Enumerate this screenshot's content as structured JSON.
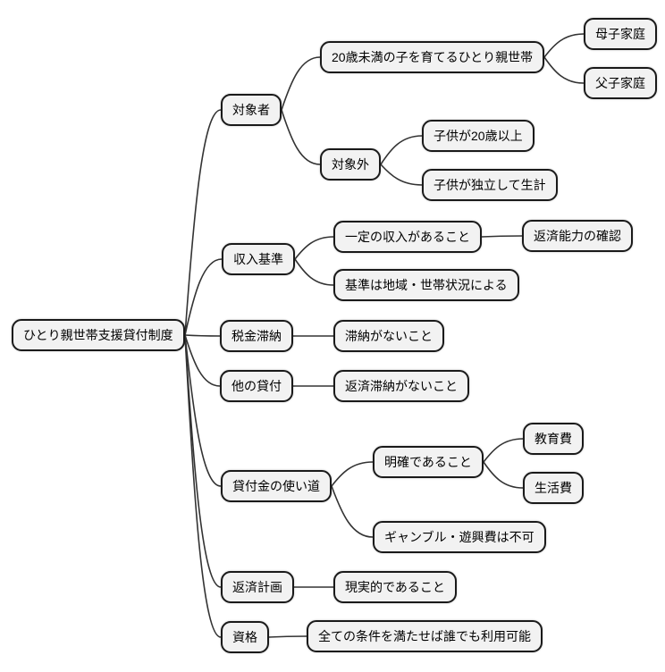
{
  "diagram": {
    "type": "mindmap",
    "title": "ひとり親世帯支援貸付制度",
    "style": {
      "background": "#ffffff",
      "node_fill": "#f2f2f2",
      "node_border": "#1a1a1a",
      "edge_color": "#333333",
      "text_color": "#000000"
    },
    "nodes": [
      {
        "id": "root",
        "parent": null,
        "label": "ひとり親世帯支援貸付制度"
      },
      {
        "id": "taishosha",
        "parent": "root",
        "label": "対象者"
      },
      {
        "id": "hitorioya",
        "parent": "taishosha",
        "label": "20歳未満の子を育てるひとり親世帯"
      },
      {
        "id": "boshi",
        "parent": "hitorioya",
        "label": "母子家庭"
      },
      {
        "id": "fushi",
        "parent": "hitorioya",
        "label": "父子家庭"
      },
      {
        "id": "taishogai",
        "parent": "taishosha",
        "label": "対象外"
      },
      {
        "id": "kodomo20",
        "parent": "taishogai",
        "label": "子供が20歳以上"
      },
      {
        "id": "dokuritsu",
        "parent": "taishogai",
        "label": "子供が独立して生計"
      },
      {
        "id": "shunyu-kijun",
        "parent": "root",
        "label": "収入基準"
      },
      {
        "id": "ittei-shunyu",
        "parent": "shunyu-kijun",
        "label": "一定の収入があること"
      },
      {
        "id": "hensai-kakunin",
        "parent": "ittei-shunyu",
        "label": "返済能力の確認"
      },
      {
        "id": "kijun-chiiki",
        "parent": "shunyu-kijun",
        "label": "基準は地域・世帯状況による"
      },
      {
        "id": "zeikin-tainou",
        "parent": "root",
        "label": "税金滞納"
      },
      {
        "id": "tainou-nai",
        "parent": "zeikin-tainou",
        "label": "滞納がないこと"
      },
      {
        "id": "hoka-kashitsuke",
        "parent": "root",
        "label": "他の貸付"
      },
      {
        "id": "hensai-tainou-nai",
        "parent": "hoka-kashitsuke",
        "label": "返済滞納がないこと"
      },
      {
        "id": "tsukaimichi",
        "parent": "root",
        "label": "貸付金の使い道"
      },
      {
        "id": "meikaku",
        "parent": "tsukaimichi",
        "label": "明確であること"
      },
      {
        "id": "kyoikuhi",
        "parent": "meikaku",
        "label": "教育費"
      },
      {
        "id": "seikatsuhi",
        "parent": "meikaku",
        "label": "生活費"
      },
      {
        "id": "gamble-fuka",
        "parent": "tsukaimichi",
        "label": "ギャンブル・遊興費は不可"
      },
      {
        "id": "hensai-keikaku",
        "parent": "root",
        "label": "返済計画"
      },
      {
        "id": "genjitsuteki",
        "parent": "hensai-keikaku",
        "label": "現実的であること"
      },
      {
        "id": "shikaku",
        "parent": "root",
        "label": "資格"
      },
      {
        "id": "subete-jouken",
        "parent": "shikaku",
        "label": "全ての条件を満たせば誰でも利用可能"
      }
    ]
  }
}
